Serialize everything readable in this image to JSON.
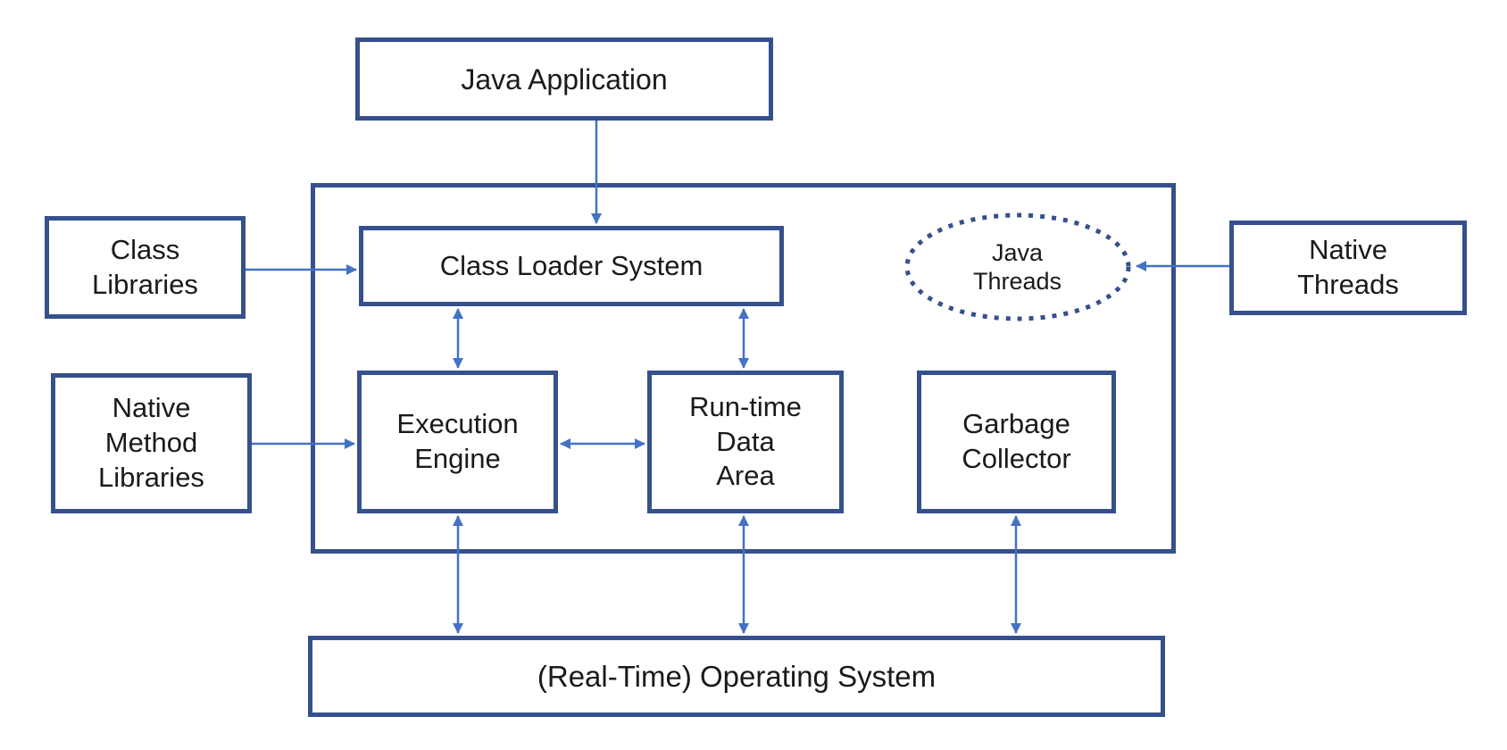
{
  "diagram": {
    "colors": {
      "box_border": "#35508C",
      "arrow": "#4472C4",
      "text": "#1a1a1a",
      "background": "#ffffff"
    },
    "nodes": {
      "java_application": {
        "label": "Java Application"
      },
      "class_libraries": {
        "lines": [
          "Class",
          "Libraries"
        ]
      },
      "native_method_libraries": {
        "lines": [
          "Native",
          "Method",
          "Libraries"
        ]
      },
      "class_loader_system": {
        "label": "Class Loader System"
      },
      "java_threads": {
        "lines": [
          "Java",
          "Threads"
        ]
      },
      "execution_engine": {
        "lines": [
          "Execution",
          "Engine"
        ]
      },
      "runtime_data_area": {
        "lines": [
          "Run-time",
          "Data",
          "Area"
        ]
      },
      "garbage_collector": {
        "lines": [
          "Garbage",
          "Collector"
        ]
      },
      "native_threads": {
        "lines": [
          "Native",
          "Threads"
        ]
      },
      "operating_system": {
        "label": "(Real-Time) Operating System"
      }
    },
    "edges": [
      {
        "from": "java_application",
        "to": "class_loader_system",
        "arrow": "single"
      },
      {
        "from": "class_libraries",
        "to": "class_loader_system",
        "arrow": "single"
      },
      {
        "from": "native_method_libraries",
        "to": "execution_engine",
        "arrow": "single"
      },
      {
        "from": "native_threads",
        "to": "java_threads",
        "arrow": "single"
      },
      {
        "from": "class_loader_system",
        "to": "execution_engine",
        "arrow": "double"
      },
      {
        "from": "class_loader_system",
        "to": "runtime_data_area",
        "arrow": "double"
      },
      {
        "from": "execution_engine",
        "to": "runtime_data_area",
        "arrow": "double"
      },
      {
        "from": "execution_engine",
        "to": "operating_system",
        "arrow": "double"
      },
      {
        "from": "runtime_data_area",
        "to": "operating_system",
        "arrow": "double"
      },
      {
        "from": "garbage_collector",
        "to": "operating_system",
        "arrow": "double"
      }
    ]
  }
}
